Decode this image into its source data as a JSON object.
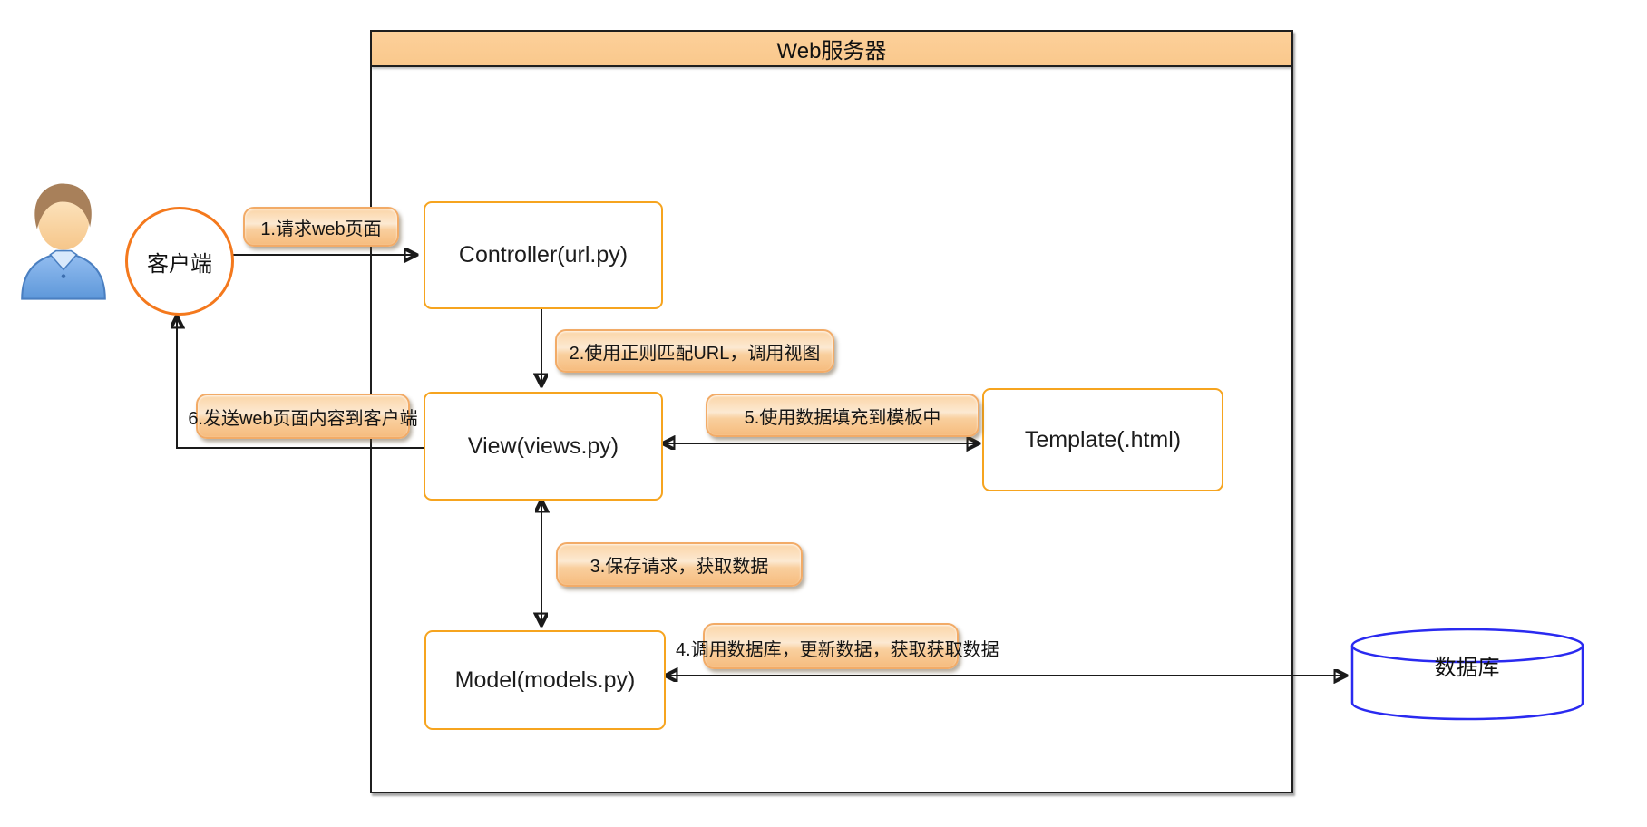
{
  "diagram": {
    "server": {
      "title": "Web服务器"
    },
    "nodes": {
      "client": {
        "label": "客户端"
      },
      "controller": {
        "label": "Controller(url.py)"
      },
      "view": {
        "label": "View(views.py)"
      },
      "template": {
        "label": "Template(.html)"
      },
      "model": {
        "label": "Model(models.py)"
      },
      "database": {
        "label": "数据库"
      }
    },
    "edges": {
      "e1": {
        "label": "1.请求web页面"
      },
      "e2": {
        "label": "2.使用正则匹配URL，调用视图"
      },
      "e3": {
        "label": "3.保存请求，获取数据"
      },
      "e4": {
        "label": "4.调用数据库，更新数据，获取获取数据"
      },
      "e5": {
        "label": "5.使用数据填充到模板中"
      },
      "e6": {
        "label": "6.发送web页面内容到客户端"
      }
    },
    "colors": {
      "node_border_orange": "#f6a41f",
      "circle_orange": "#f4791d",
      "header_fill": "#fbca8d",
      "bubble_fill_top": "#fbd5a7",
      "bubble_fill_bottom": "#f6bc7e",
      "database_blue": "#2a2af0",
      "line_black": "#1a1a1a"
    }
  }
}
